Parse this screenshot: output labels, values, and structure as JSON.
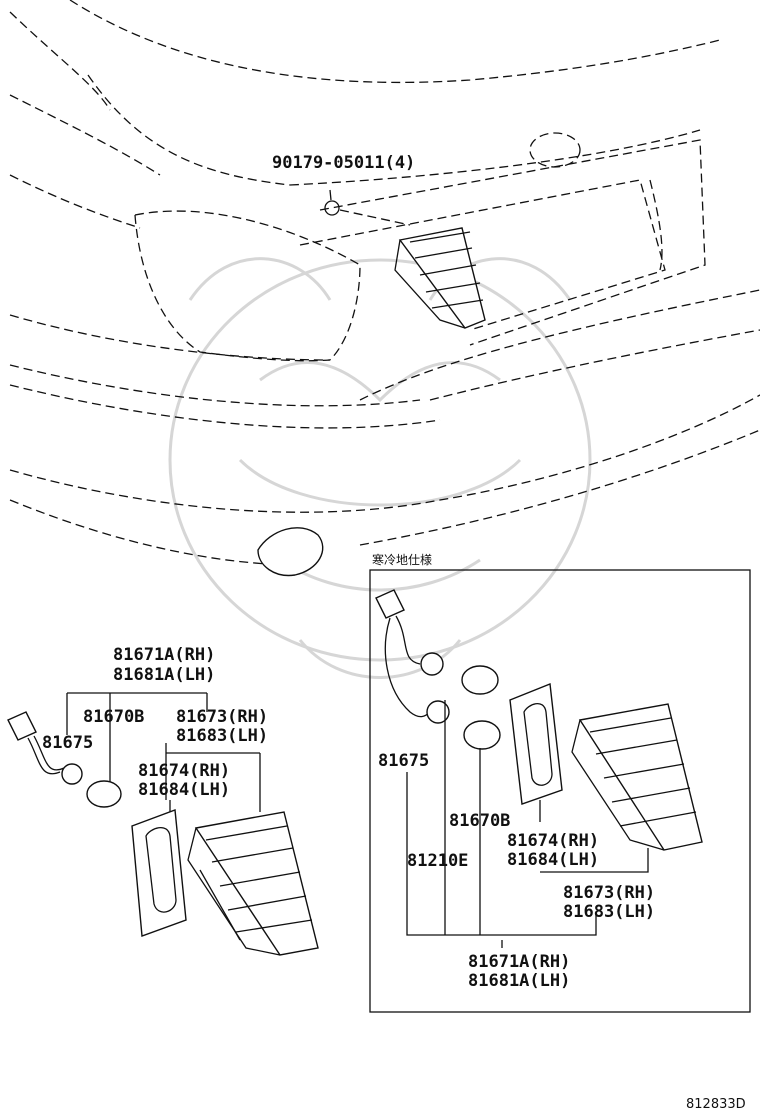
{
  "labels": {
    "clip": "90179-05011(4)",
    "left_assy_1": "81671A(RH)",
    "left_assy_2": "81681A(LH)",
    "left_socket": "81670B",
    "left_lens_rh": "81673(RH)",
    "left_lens_lh": "81683(LH)",
    "left_wire": "81675",
    "left_gasket_rh": "81674(RH)",
    "left_gasket_lh": "81684(LH)",
    "right_wire": "81675",
    "right_socket": "81670B",
    "right_bulb": "81210E",
    "right_gasket_rh": "81674(RH)",
    "right_gasket_lh": "81684(LH)",
    "right_lens_rh": "81673(RH)",
    "right_lens_lh": "81683(LH)",
    "right_assy_1": "81671A(RH)",
    "right_assy_2": "81681A(LH)"
  },
  "inset_title": "寒冷地仕様",
  "diagram_code": "812833D"
}
